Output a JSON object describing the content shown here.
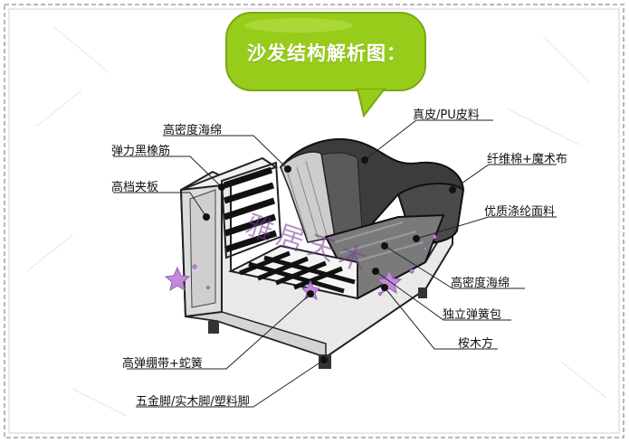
{
  "title": "沙发结构解析图：",
  "labels": {
    "high_density_foam_top": "高密度海绵",
    "elastic_black_rubber": "弹力黑橡筋",
    "premium_plywood": "高档夹板",
    "leather": "真皮/PU皮料",
    "fiber_cotton": "纤维棉+魔术布",
    "polyester_fabric": "优质涤纶面料",
    "high_density_foam_bottom": "高密度海绵",
    "pocket_spring": "独立弹簧包",
    "rubber_wood": "桉木方",
    "elastic_strap_spring": "高弹绷带+蛇簧",
    "legs": "五金脚/实木脚/塑料脚"
  },
  "watermark": "雅居天木"
}
